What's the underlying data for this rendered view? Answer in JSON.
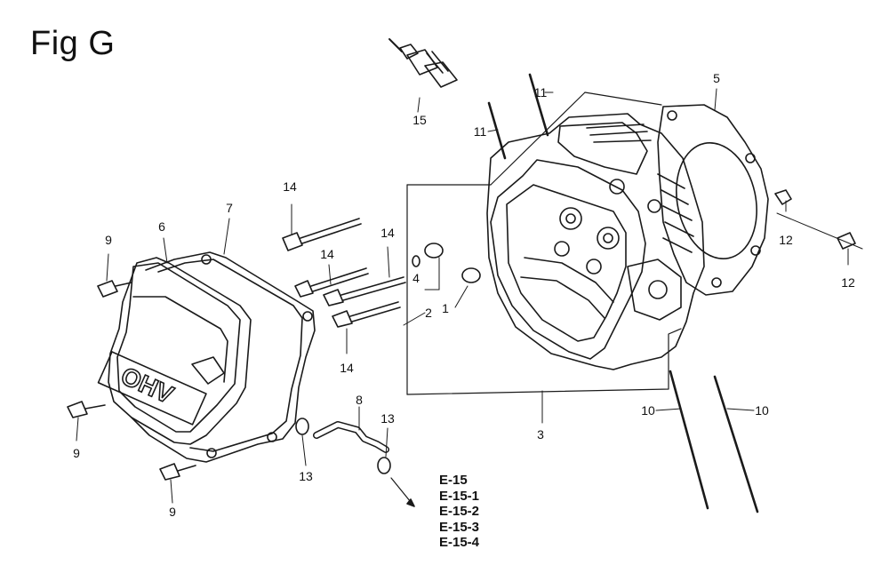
{
  "figure": {
    "title": "Fig G"
  },
  "cover_lettering": "OHV",
  "callouts": [
    "15",
    "11",
    "11",
    "5",
    "14",
    "9",
    "6",
    "7",
    "14",
    "14",
    "4",
    "2",
    "1",
    "12",
    "12",
    "14",
    "10",
    "10",
    "3",
    "8",
    "13",
    "13",
    "9",
    "9"
  ],
  "references": [
    "E-15",
    "E-15-1",
    "E-15-2",
    "E-15-3",
    "E-15-4"
  ]
}
